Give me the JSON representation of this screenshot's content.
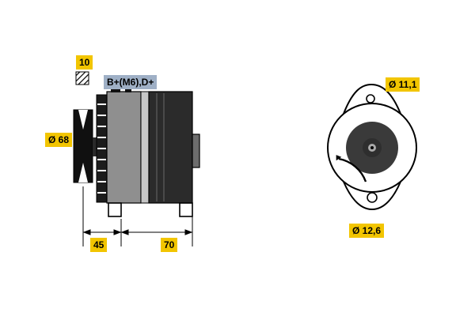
{
  "page": {
    "background": "#ffffff"
  },
  "colors": {
    "dimension_label_bg": "#f2c500",
    "terminal_label_bg": "#9fb0c6",
    "line_color": "#000000"
  },
  "side_view": {
    "shaft_label": "10",
    "terminals_label": "B+(M6),D+",
    "pulley_diameter_label": "Ø 68",
    "dimension_labels": {
      "front": "45",
      "rear": "70"
    }
  },
  "rear_view": {
    "top_hole_label": "Ø 11,1",
    "bottom_hole_label": "Ø 12,6"
  },
  "icons": {
    "rotation_arrow": "counterclockwise-rotation-arrow",
    "knurl_swatch": "diagonal-hatch-square"
  }
}
